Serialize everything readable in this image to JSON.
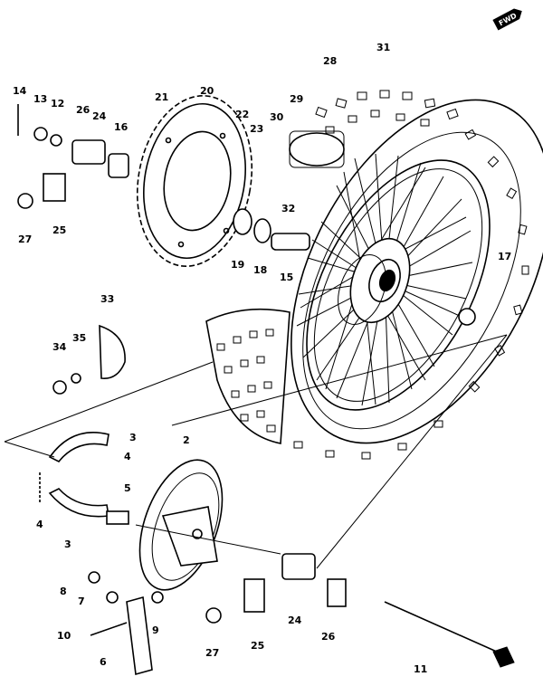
{
  "diagram": {
    "direction_badge": "FWD",
    "callouts": {
      "c2": "2",
      "c3a": "3",
      "c3b": "3",
      "c4a": "4",
      "c4b": "4",
      "c5": "5",
      "c6": "6",
      "c7": "7",
      "c8": "8",
      "c9": "9",
      "c10": "10",
      "c11": "11",
      "c12": "12",
      "c13": "13",
      "c14": "14",
      "c15": "15",
      "c16": "16",
      "c17": "17",
      "c18": "18",
      "c19": "19",
      "c20": "20",
      "c21": "21",
      "c22": "22",
      "c23": "23",
      "c24a": "24",
      "c24b": "24",
      "c25a": "25",
      "c25b": "25",
      "c26a": "26",
      "c26b": "26",
      "c27a": "27",
      "c27b": "27",
      "c28": "28",
      "c29": "29",
      "c30": "30",
      "c31": "31",
      "c32": "32",
      "c33": "33",
      "c34": "34",
      "c35": "35"
    }
  }
}
